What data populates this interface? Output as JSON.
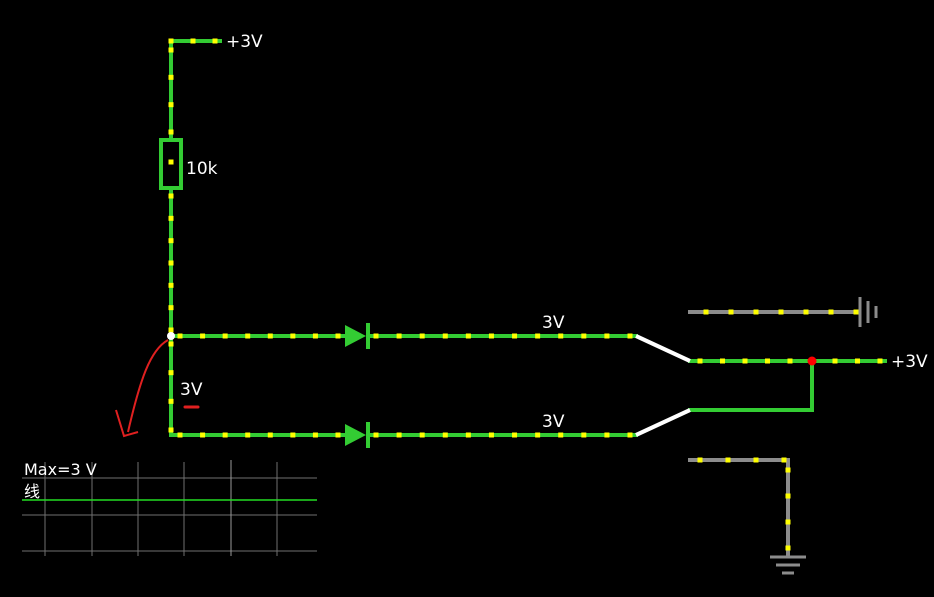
{
  "labels": {
    "supply_top": "+3V",
    "resistor_value": "10k",
    "node_voltage": "3V",
    "upper_diode_voltage": "3V",
    "lower_diode_voltage": "3V",
    "supply_right": "+3V"
  },
  "scope": {
    "max_label": "Max=3 V",
    "trace_label": "线"
  },
  "colors": {
    "background": "#000000",
    "wire_active": "#33cc33",
    "wire_idle": "#8c8c8c",
    "current_dot": "#ffff00",
    "switch_blade": "#ffffff",
    "junction": "#ff0000",
    "annotation": "#e02020",
    "scope_trace": "#22dd22",
    "scope_grid": "#707070"
  }
}
